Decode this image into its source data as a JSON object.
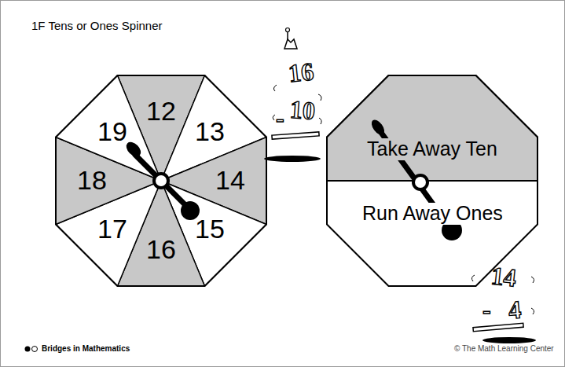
{
  "diagram": {
    "title": "1F Tens or Ones Spinner",
    "nodes": [
      {
        "text": [
          "12"
        ]
      },
      {
        "text": [
          "13"
        ]
      },
      {
        "text": [
          "14"
        ]
      },
      {
        "text": [
          "15"
        ]
      },
      {
        "text": [
          "16"
        ]
      },
      {
        "text": [
          "17"
        ]
      },
      {
        "text": [
          "18"
        ]
      },
      {
        "text": [
          "19"
        ]
      },
      {
        "text": [
          "Take Away Ten"
        ]
      },
      {
        "text": [
          "Run Away Ones"
        ]
      }
    ],
    "labels": [
      "16",
      "-",
      "10",
      "14",
      "-",
      "4",
      "Bridges in Mathematics",
      "© The Math Learning Center"
    ]
  }
}
